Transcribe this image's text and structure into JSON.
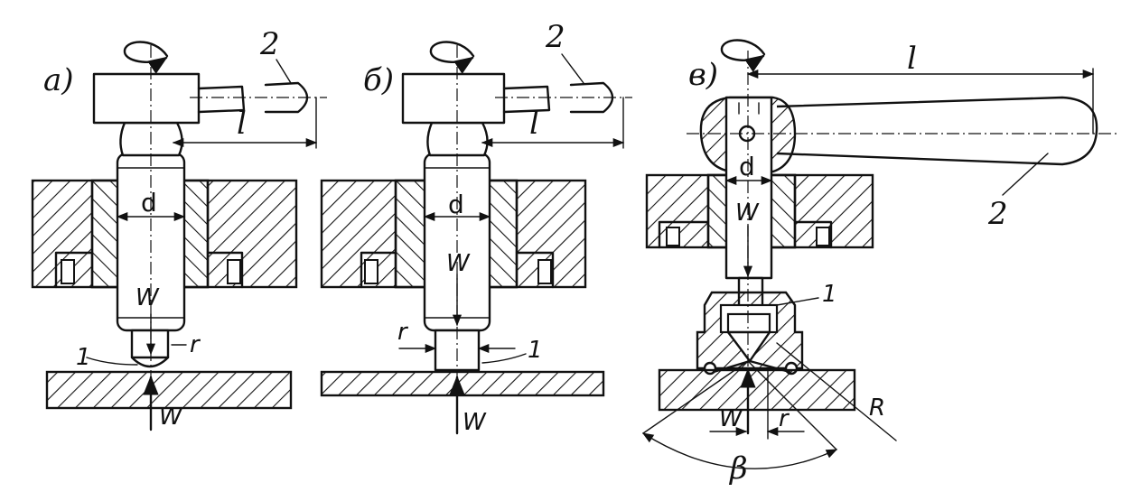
{
  "views": [
    {
      "id": "a",
      "label": "а)",
      "labels": {
        "handle": "2",
        "lever_length": "l",
        "diameter": "d",
        "force_inner": "W",
        "force_outer": "W",
        "radius": "r",
        "tip": "1"
      }
    },
    {
      "id": "b",
      "label": "б)",
      "labels": {
        "handle": "2",
        "lever_length": "l",
        "diameter": "d",
        "force_inner": "W",
        "force_outer": "W",
        "radius": "r",
        "tip": "1"
      }
    },
    {
      "id": "c",
      "label": "в)",
      "labels": {
        "handle": "2",
        "lever_length": "l",
        "diameter": "d",
        "force_inner": "W",
        "force_outer": "W",
        "radius": "r",
        "tip": "1",
        "big_radius": "R",
        "angle": "β"
      }
    }
  ],
  "colors": {
    "ink": "#111111",
    "paper": "#ffffff"
  }
}
